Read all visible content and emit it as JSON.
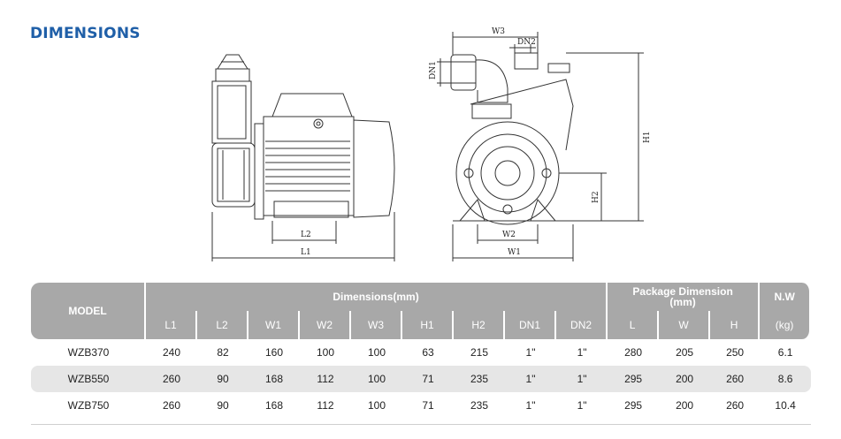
{
  "section_title": "DIMENSIONS",
  "drawing_labels": {
    "l1": "L1",
    "l2": "L2",
    "w1": "W1",
    "w2": "W2",
    "w3": "W3",
    "h1": "H1",
    "h2": "H2",
    "dn1": "DN1",
    "dn2": "DN2"
  },
  "table": {
    "header_row1": {
      "model": "MODEL",
      "dimensions": "Dimensions(mm)",
      "package": "Package Dimension\n(mm)",
      "package_line1": "Package Dimension",
      "package_line2": "(mm)",
      "nw": "N.W"
    },
    "header_row2": [
      "L1",
      "L2",
      "W1",
      "W2",
      "W3",
      "H1",
      "H2",
      "DN1",
      "DN2",
      "L",
      "W",
      "H",
      "(kg)"
    ],
    "rows": [
      {
        "model": "WZB370",
        "cells": [
          "240",
          "82",
          "160",
          "100",
          "100",
          "63",
          "215",
          "1\"",
          "1\"",
          "280",
          "205",
          "250",
          "6.1"
        ]
      },
      {
        "model": "WZB550",
        "cells": [
          "260",
          "90",
          "168",
          "112",
          "100",
          "71",
          "235",
          "1\"",
          "1\"",
          "295",
          "200",
          "260",
          "8.6"
        ]
      },
      {
        "model": "WZB750",
        "cells": [
          "260",
          "90",
          "168",
          "112",
          "100",
          "71",
          "235",
          "1\"",
          "1\"",
          "295",
          "200",
          "260",
          "10.4"
        ]
      }
    ]
  }
}
